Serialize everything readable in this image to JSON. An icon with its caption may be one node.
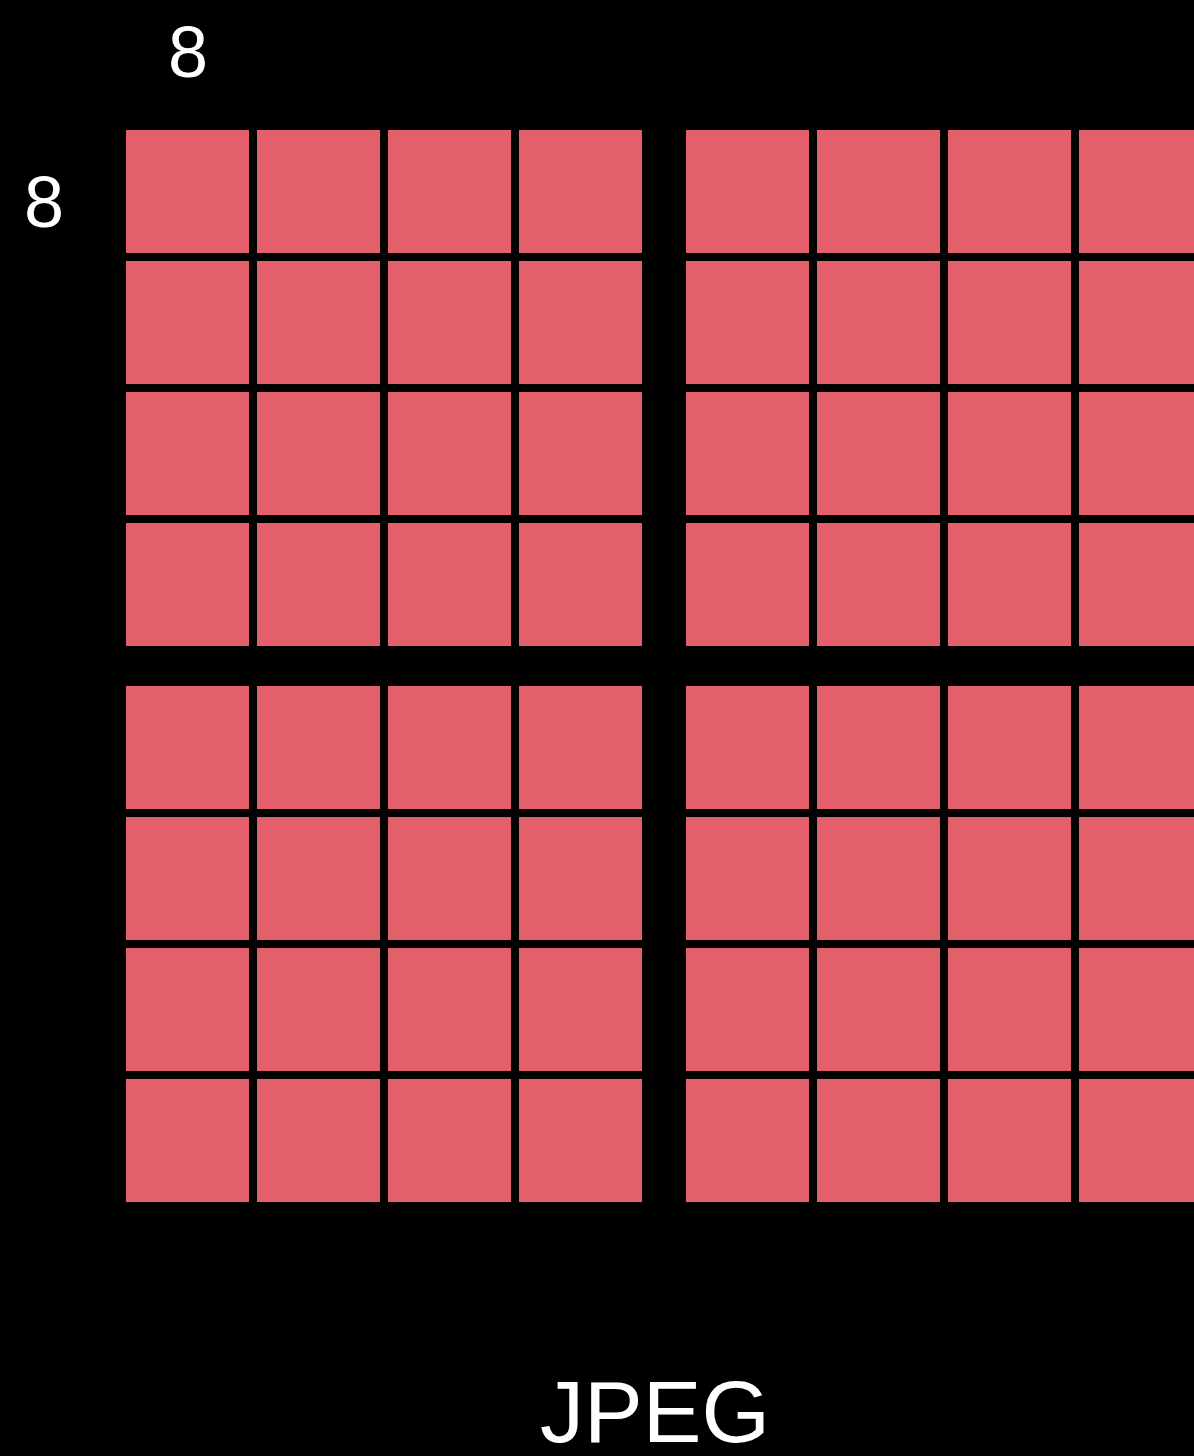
{
  "diagram": {
    "labels": [
      "8",
      "8",
      "JPEG"
    ]
  }
}
